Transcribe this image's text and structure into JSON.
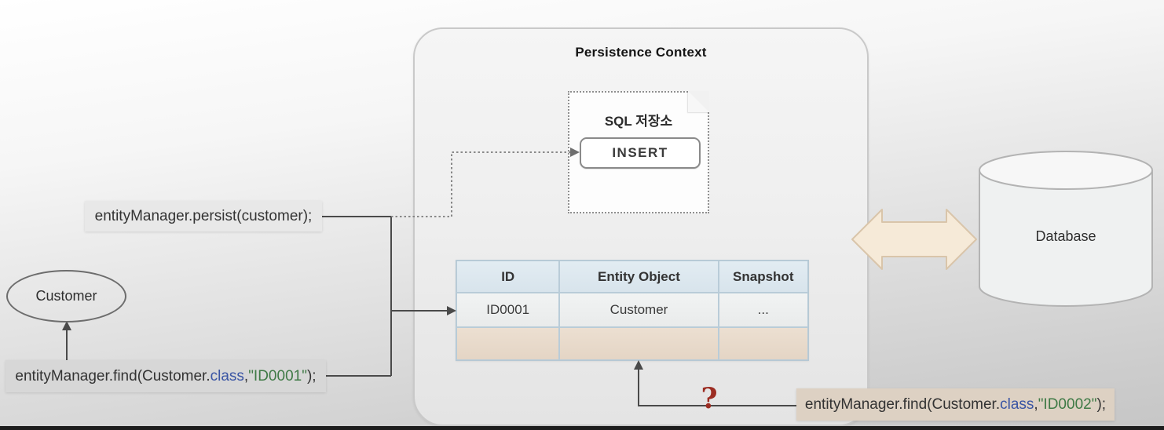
{
  "persistence_context": {
    "title": "Persistence Context",
    "sql_store": {
      "label": "SQL 저장소",
      "statement": "INSERT"
    },
    "cache_table": {
      "headers": [
        "ID",
        "Entity Object",
        "Snapshot"
      ],
      "rows": [
        [
          "ID0001",
          "Customer",
          "..."
        ],
        [
          "",
          "",
          ""
        ]
      ]
    }
  },
  "entity": {
    "label": "Customer"
  },
  "database": {
    "label": "Database"
  },
  "code": {
    "persist": {
      "text": "entityManager.persist(customer);"
    },
    "find1": {
      "prefix": "entityManager.find(Customer.",
      "keyword": "class",
      "separator": ", ",
      "id": "\"ID0001\"",
      "suffix": ");"
    },
    "find2": {
      "prefix": "entityManager.find(Customer.",
      "keyword": "class",
      "separator": ", ",
      "id": "\"ID0002\"",
      "suffix": ");"
    }
  },
  "question_mark": "?",
  "colors": {
    "table_header_blue": "#dbe6ee",
    "table_row_tan": "#e6d8c9",
    "label_tan": "#ddd1c3",
    "label_gray": "#d7d7d7",
    "sync_arrow_fill": "#f6ead8",
    "sync_arrow_stroke": "#d9c5aa",
    "code_keyword_blue": "#3a55a4",
    "code_string_green": "#3f7a46",
    "question_red": "#9c2d23",
    "connector_gray": "#4a4a4a"
  }
}
